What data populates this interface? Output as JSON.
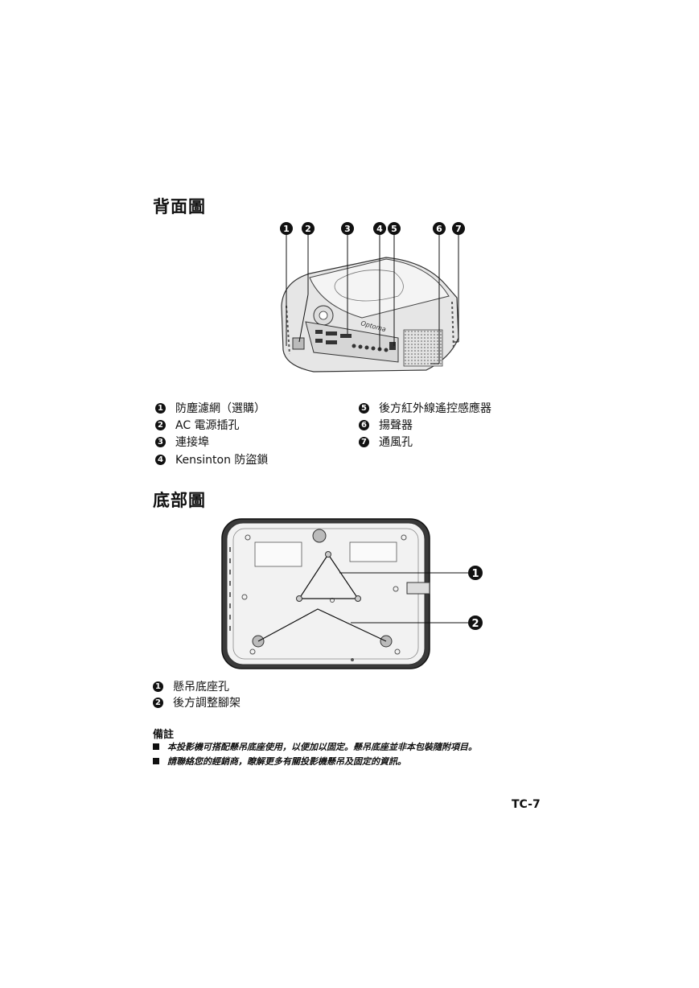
{
  "rear": {
    "title": "背面圖",
    "callouts": [
      "1",
      "2",
      "3",
      "4",
      "5",
      "6",
      "7"
    ],
    "brand": "Optoma",
    "legend_left": [
      {
        "num": "1",
        "text": "防塵濾網（選購）"
      },
      {
        "num": "2",
        "text": "AC 電源插孔"
      },
      {
        "num": "3",
        "text": "連接埠"
      },
      {
        "num": "4",
        "text": "Kensinton 防盜鎖"
      }
    ],
    "legend_right": [
      {
        "num": "5",
        "text": "後方紅外線遙控感應器"
      },
      {
        "num": "6",
        "text": "揚聲器"
      },
      {
        "num": "7",
        "text": "通風孔"
      }
    ]
  },
  "bottom": {
    "title": "底部圖",
    "callouts": [
      "1",
      "2"
    ],
    "legend": [
      {
        "num": "1",
        "text": "懸吊底座孔"
      },
      {
        "num": "2",
        "text": "後方調整腳架"
      }
    ]
  },
  "note": {
    "title": "備註",
    "lines": [
      "本投影機可搭配懸吊底座使用，以便加以固定。懸吊底座並非本包裝隨附項目。",
      "請聯絡您的經銷商，瞭解更多有關投影機懸吊及固定的資訊。"
    ]
  },
  "page_number": "TC-7"
}
